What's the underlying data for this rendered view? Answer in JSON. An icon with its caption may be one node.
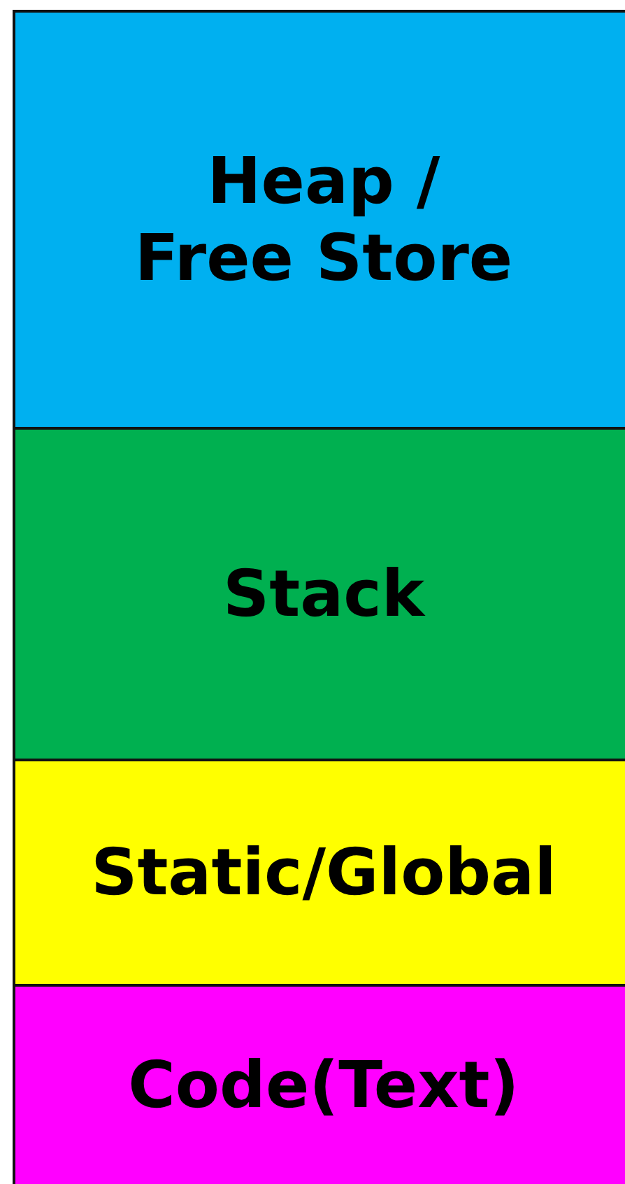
{
  "diagram": {
    "nodes": [
      {
        "text": [
          "Heap / Free Store"
        ]
      },
      {
        "text": [
          "Stack"
        ]
      },
      {
        "text": [
          "Static/Global"
        ]
      },
      {
        "text": [
          "Code(Text)"
        ]
      }
    ]
  }
}
